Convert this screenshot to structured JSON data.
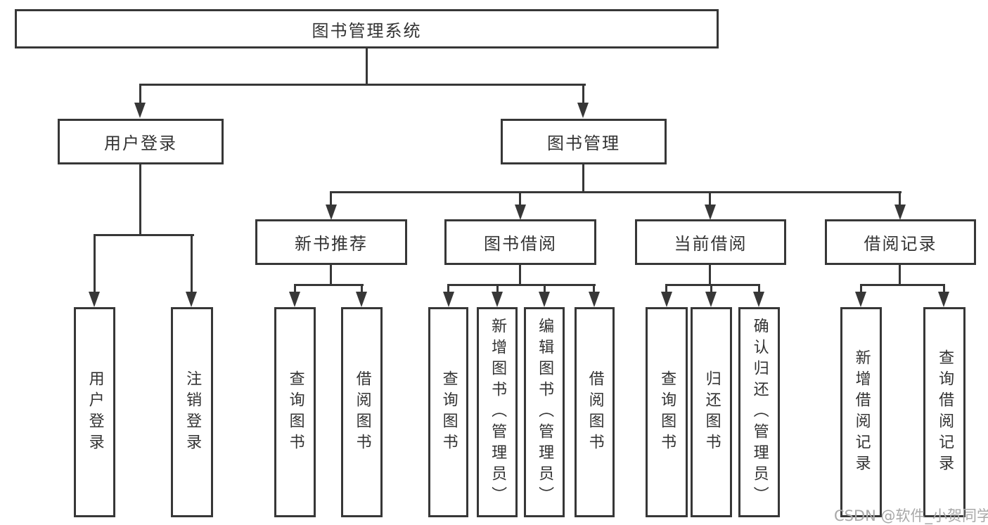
{
  "diagram": {
    "root": {
      "label": "图书管理系统"
    },
    "branches": {
      "user_login": {
        "label": "用户登录"
      },
      "book_management": {
        "label": "图书管理"
      }
    },
    "modules": {
      "new_book_recommendation": {
        "label": "新书推荐"
      },
      "book_borrowing": {
        "label": "图书借阅"
      },
      "current_borrowing": {
        "label": "当前借阅"
      },
      "borrowing_records": {
        "label": "借阅记录"
      }
    },
    "functions": {
      "user_login": {
        "label": "用户登录"
      },
      "logout_login": {
        "label": "注销登录"
      },
      "nb_query_books": {
        "label": "查询图书"
      },
      "nb_borrow_books": {
        "label": "借阅图书"
      },
      "bb_query_books": {
        "label": "查询图书"
      },
      "bb_add_books_admin": {
        "label": "新增图书（管理员）"
      },
      "bb_edit_books_admin": {
        "label": "编辑图书（管理员）"
      },
      "bb_borrow_books": {
        "label": "借阅图书"
      },
      "cb_query_books": {
        "label": "查询图书"
      },
      "cb_return_books": {
        "label": "归还图书"
      },
      "cb_confirm_return_admin": {
        "label": "确认归还（管理员）"
      },
      "br_add_record": {
        "label": "新增借阅记录"
      },
      "br_query_record": {
        "label": "查询借阅记录"
      }
    },
    "watermark": "CSDN @软件_小贺同学",
    "colors": {
      "line": "#373737",
      "text": "#333333",
      "watermark": "#a8a8a8",
      "background": "#ffffff"
    }
  }
}
